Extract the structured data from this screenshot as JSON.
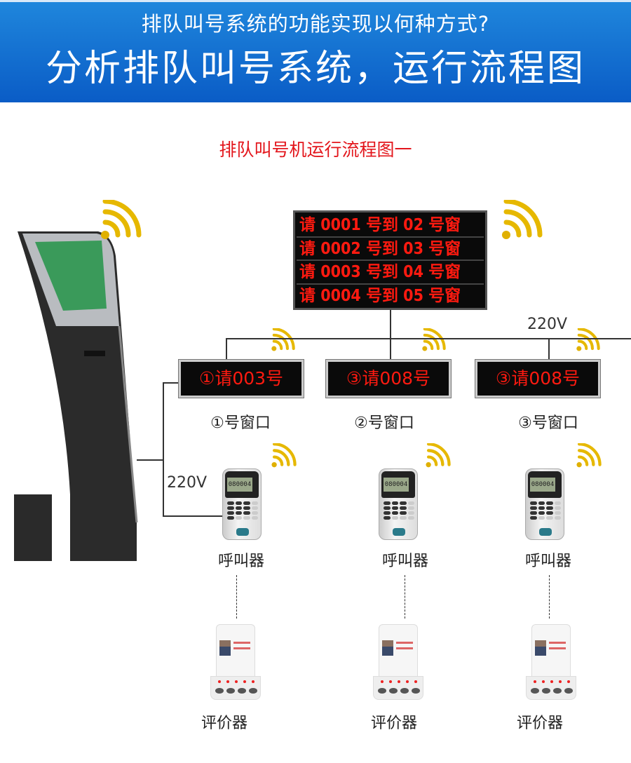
{
  "header": {
    "line1": "排队叫号系统的功能实现以何种方式?",
    "line2": "分析排队叫号系统，运行流程图"
  },
  "subtitle": "排队叫号机运行流程图一",
  "main_display": {
    "rows": [
      "请 0001 号到 02 号窗",
      "请 0002 号到 03 号窗",
      "请 0003 号到 04 号窗",
      "请 0004 号到 05 号窗"
    ]
  },
  "voltage_top": "220V",
  "voltage_left": "220V",
  "windows": [
    {
      "display": "①请003号",
      "label": "①号窗口"
    },
    {
      "display": "③请008号",
      "label": "②号窗口"
    },
    {
      "display": "③请008号",
      "label": "③号窗口"
    }
  ],
  "callers": {
    "label": "呼叫器",
    "lcd": "080004"
  },
  "evaluators": {
    "label": "评价器"
  },
  "colors": {
    "header_blue": "#0a5cc6",
    "led_red": "#ff1a10",
    "subtitle_red": "#e3161c",
    "wifi_gold": "#e6b800"
  }
}
